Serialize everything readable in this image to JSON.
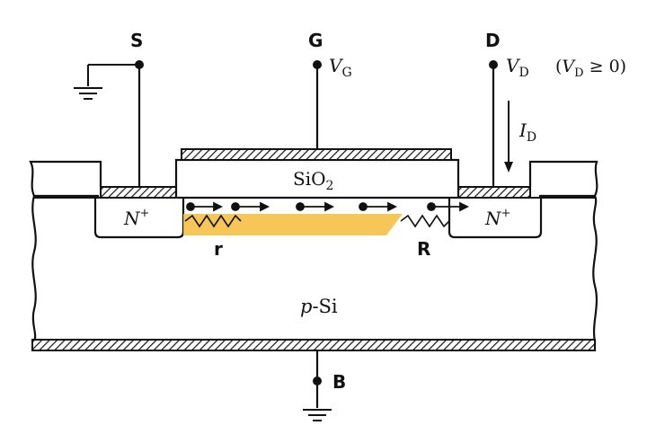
{
  "terminals": {
    "source": "S",
    "gate": "G",
    "drain": "D",
    "body": "B"
  },
  "voltages": {
    "gate_v": "V",
    "gate_sub": "G",
    "drain_v": "V",
    "drain_sub": "D",
    "condition_open": "(",
    "condition_v": "V",
    "condition_sub": "D",
    "condition_rest": " ≥ 0)"
  },
  "current": {
    "symbol": "I",
    "sub": "D"
  },
  "regions": {
    "oxide_main": "SiO",
    "oxide_sub": "2",
    "n_plus_left": "N",
    "n_plus_left_sup": "+",
    "n_plus_right": "N",
    "n_plus_right_sup": "+",
    "substrate_italic": "p",
    "substrate_rest": "-Si"
  },
  "resistances": {
    "channel_resistance": "r",
    "pinch_resistance": "R"
  },
  "colors": {
    "channel": "#f5c24a",
    "line": "#111111",
    "background": "#ffffff"
  }
}
